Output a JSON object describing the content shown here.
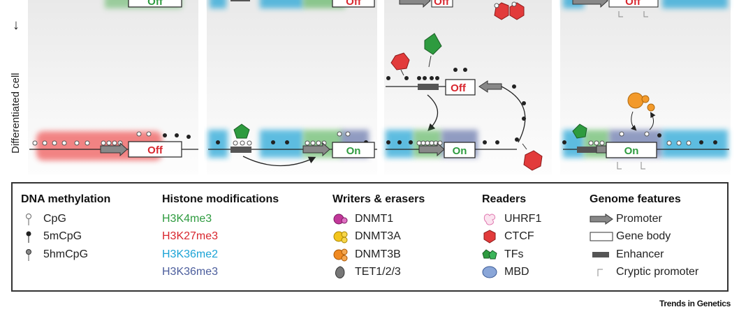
{
  "axis": {
    "label": "Differentiated cell"
  },
  "diagram": {
    "panels": [
      {
        "top_label": "Off",
        "bottom_label": "Off"
      },
      {
        "top_label": "Off",
        "bottom_label": "On"
      },
      {
        "top_label": "Off",
        "middle_label": "Off",
        "bottom_label": "On"
      },
      {
        "top_label": "Off",
        "bottom_label": "On"
      }
    ]
  },
  "legend": {
    "dna_methylation": {
      "title": "DNA methylation",
      "items": [
        "CpG",
        "5mCpG",
        "5hmCpG"
      ]
    },
    "histone_modifications": {
      "title": "Histone modifications",
      "items": [
        {
          "label": "H3K4me3",
          "color": "#2e9b3f"
        },
        {
          "label": "H3K27me3",
          "color": "#d8262e"
        },
        {
          "label": "H3K36me2",
          "color": "#1aa3d6"
        },
        {
          "label": "H3K36me3",
          "color": "#4b5d9c"
        }
      ]
    },
    "writers_erasers": {
      "title": "Writers & erasers",
      "items": [
        {
          "label": "DNMT1",
          "icon": "dnmt1-icon"
        },
        {
          "label": "DNMT3A",
          "icon": "dnmt3a-icon"
        },
        {
          "label": "DNMT3B",
          "icon": "dnmt3b-icon"
        },
        {
          "label": "TET1/2/3",
          "icon": "tet-icon"
        }
      ]
    },
    "readers": {
      "title": "Readers",
      "items": [
        {
          "label": "UHRF1",
          "icon": "uhrf1-icon"
        },
        {
          "label": "CTCF",
          "icon": "ctcf-icon"
        },
        {
          "label": "TFs",
          "icon": "tf-icon"
        },
        {
          "label": "MBD",
          "icon": "mbd-icon"
        }
      ]
    },
    "genome_features": {
      "title": "Genome features",
      "items": [
        "Promoter",
        "Gene body",
        "Enhancer",
        "Cryptic promoter"
      ]
    }
  },
  "footer": {
    "journal": "Trends in Genetics"
  }
}
